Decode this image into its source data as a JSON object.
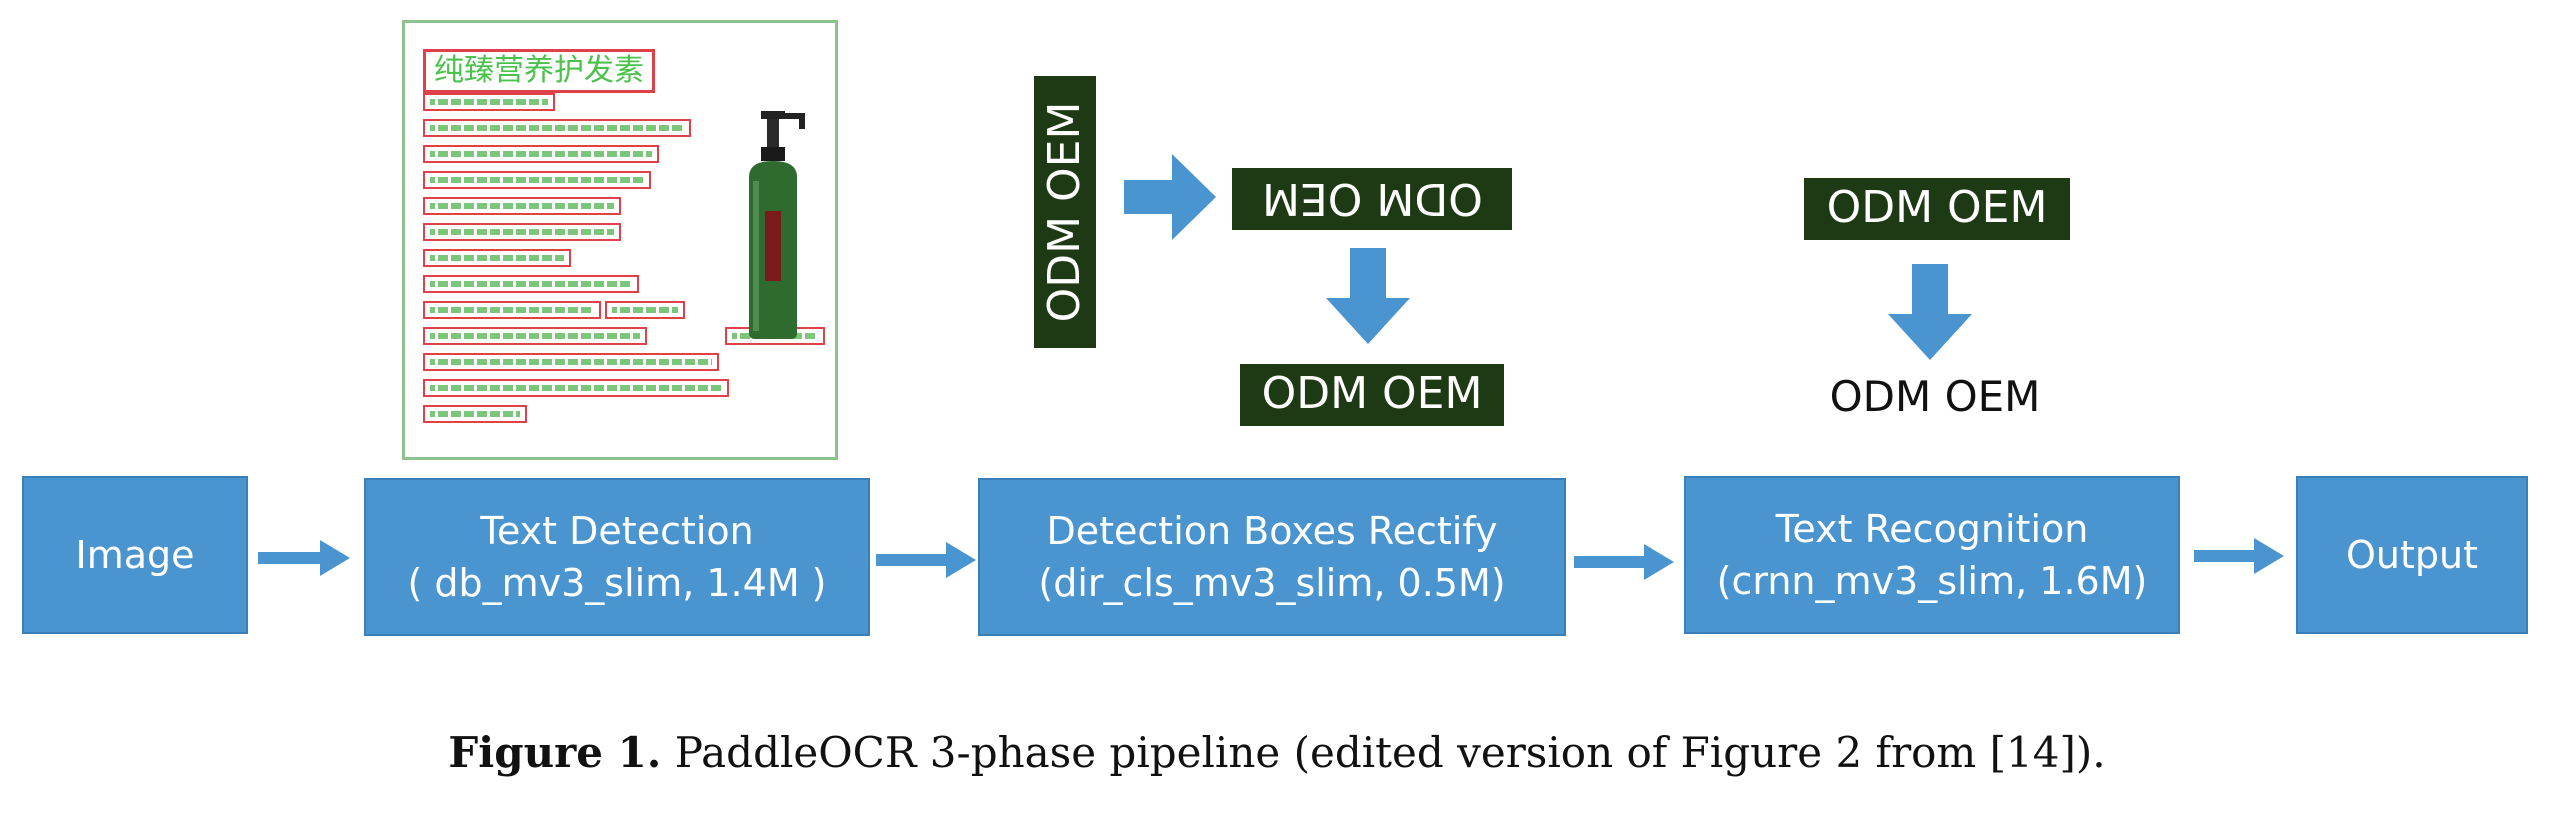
{
  "colors": {
    "box_fill": "#4a94cf",
    "box_text": "#ffffff",
    "arrow": "#4a94cf",
    "plate_fill": "#1e3a14",
    "detection_box": "#e0404a",
    "doc_text": "#4bc24b"
  },
  "pipeline": {
    "image": "Image",
    "detection_title": "Text Detection",
    "detection_model": "( db_mv3_slim, 1.4M )",
    "rectify_title": "Detection Boxes Rectify",
    "rectify_model": "(dir_cls_mv3_slim, 0.5M)",
    "recognition_title": "Text Recognition",
    "recognition_model": "(crnn_mv3_slim, 1.6M)",
    "output": "Output"
  },
  "sample": {
    "title": "纯臻营养护发素"
  },
  "examples": {
    "vertical": "ODM OEM",
    "flipped": "ODM OEM",
    "corrected": "ODM OEM",
    "crop": "ODM OEM",
    "recognized": "ODM OEM"
  },
  "caption": {
    "label": "Figure 1.",
    "text": " PaddleOCR 3-phase pipeline (edited version of Figure 2 from [14])."
  }
}
